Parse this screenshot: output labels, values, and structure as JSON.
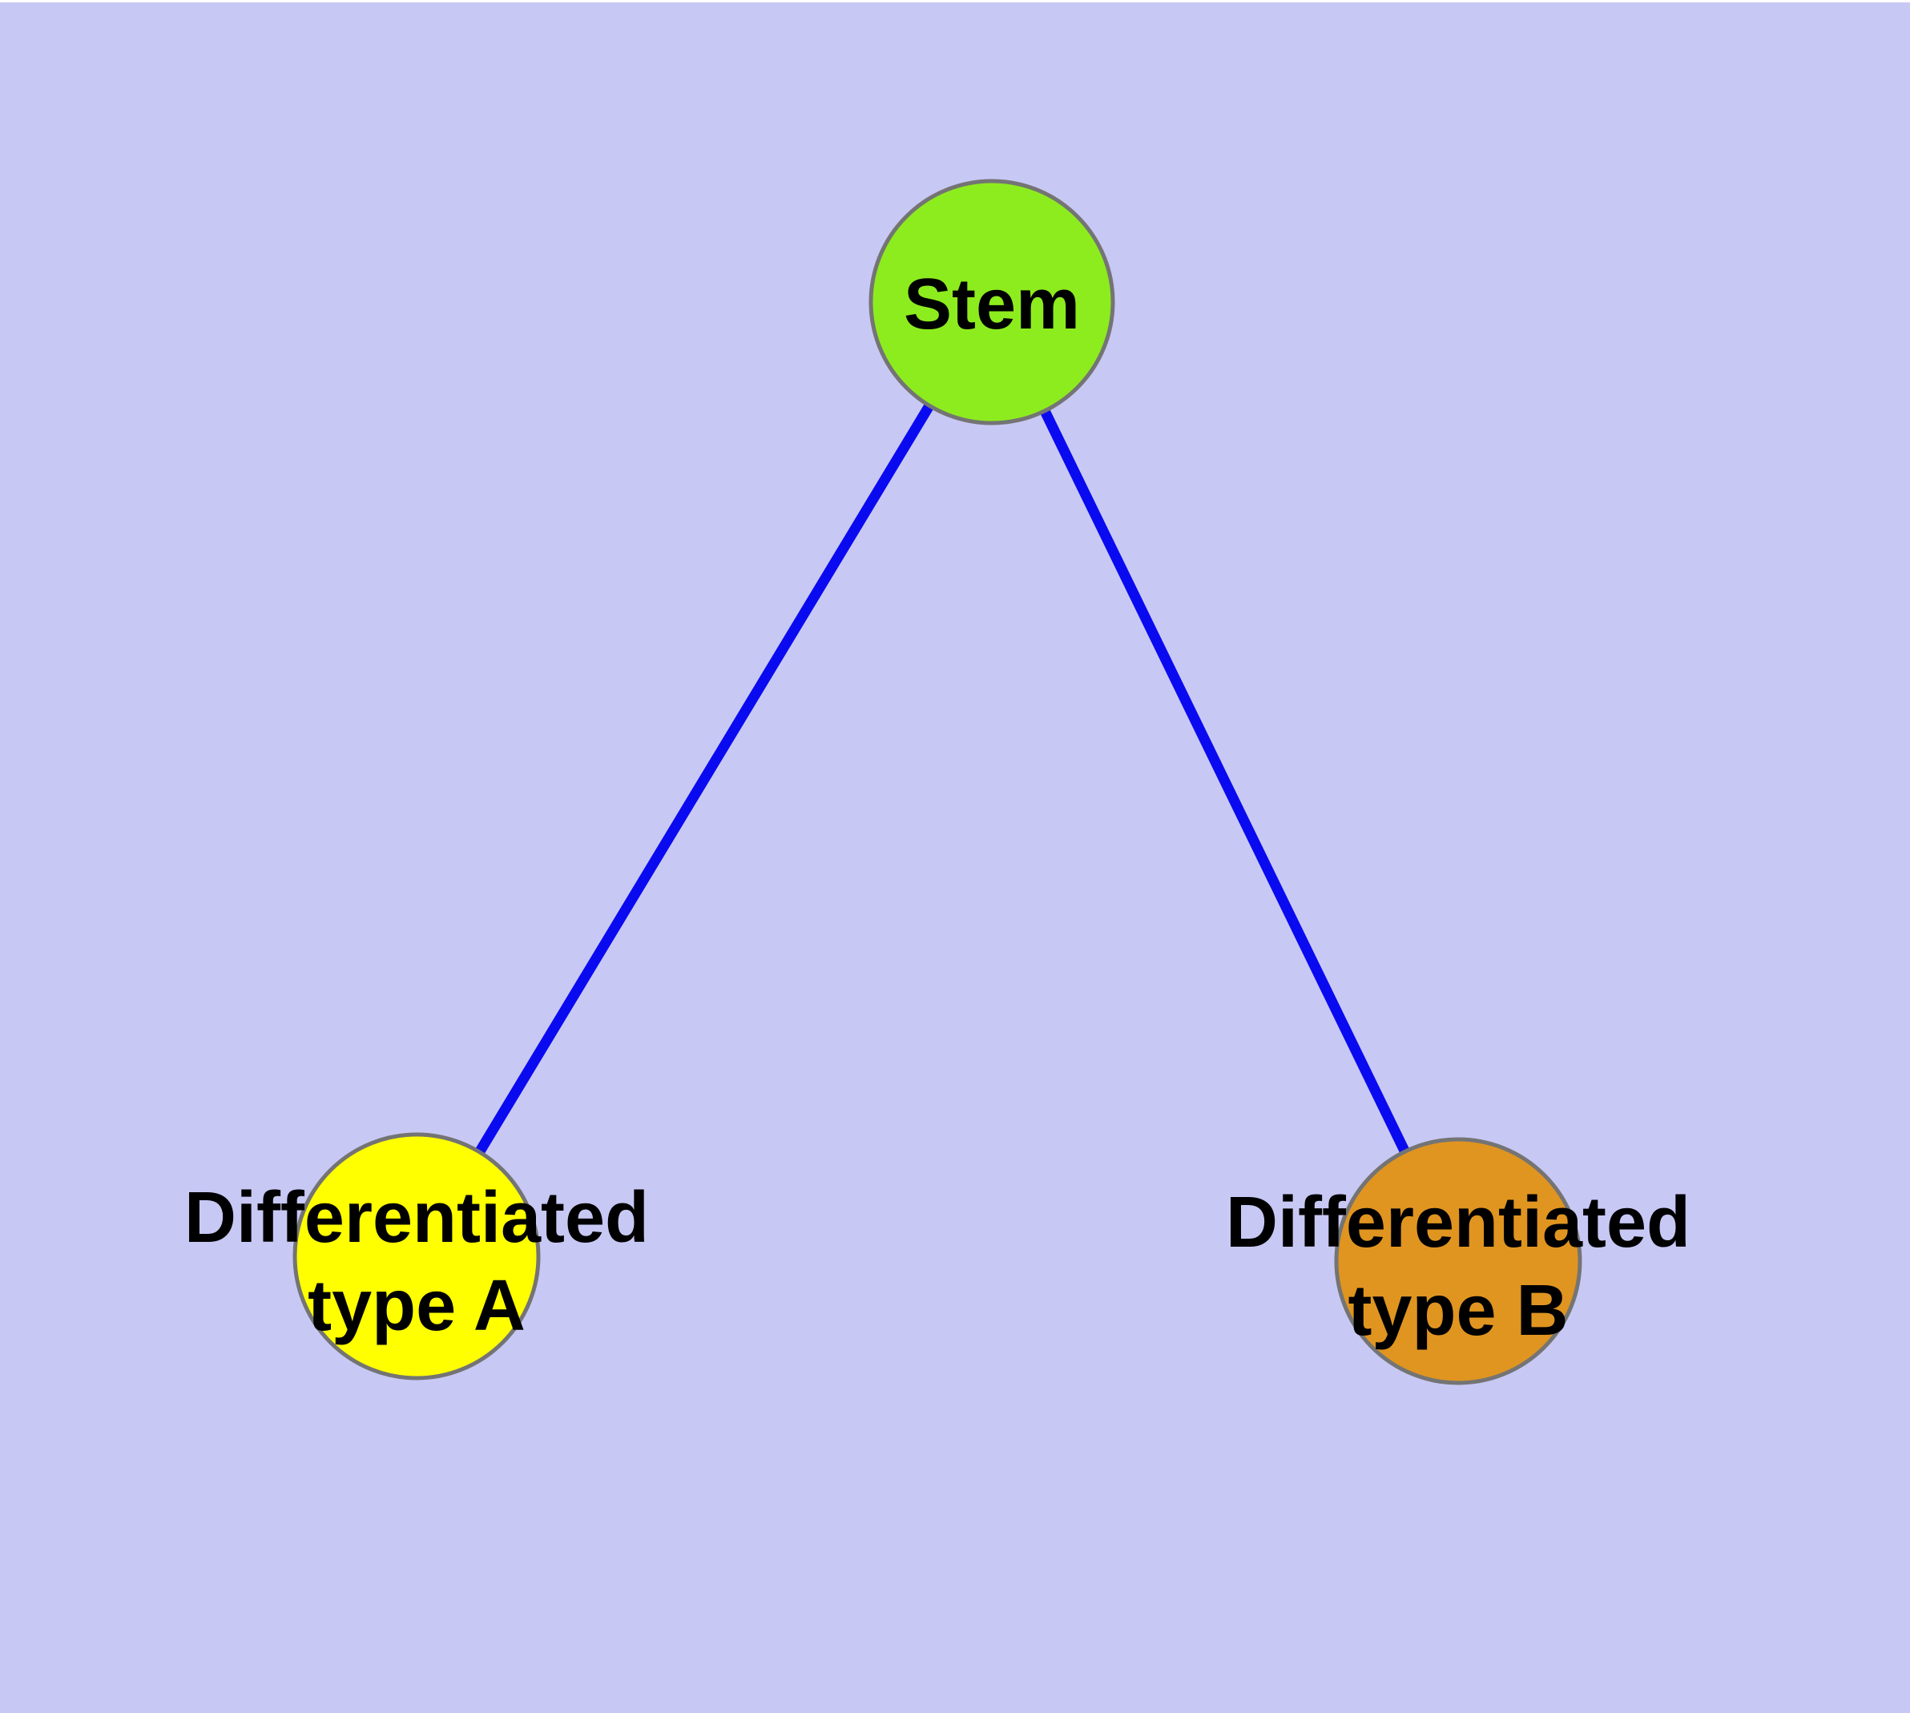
{
  "diagram": {
    "type": "node-link-graph",
    "description": "Stem cell differentiation tree: one stem node branching to two differentiated cell type nodes",
    "background_color": "#C8C8F5",
    "edge_color": "#0A0AF0",
    "node_border_color": "#747474",
    "text_color": "#000000",
    "nodes": [
      {
        "id": "stem",
        "label": "Stem",
        "line1": "Stem",
        "line2": "",
        "fill": "#8DEC1E"
      },
      {
        "id": "differentiated-type-a",
        "label": "Differentiated type A",
        "line1": "Differentiated",
        "line2": "type A",
        "fill": "#FFFF00"
      },
      {
        "id": "differentiated-type-b",
        "label": "Differentiated type B",
        "line1": "Differentiated",
        "line2": "type B",
        "fill": "#E09520"
      }
    ],
    "edges": [
      {
        "from": "Stem",
        "to": "Differentiated type A"
      },
      {
        "from": "Stem",
        "to": "Differentiated type B"
      }
    ]
  }
}
